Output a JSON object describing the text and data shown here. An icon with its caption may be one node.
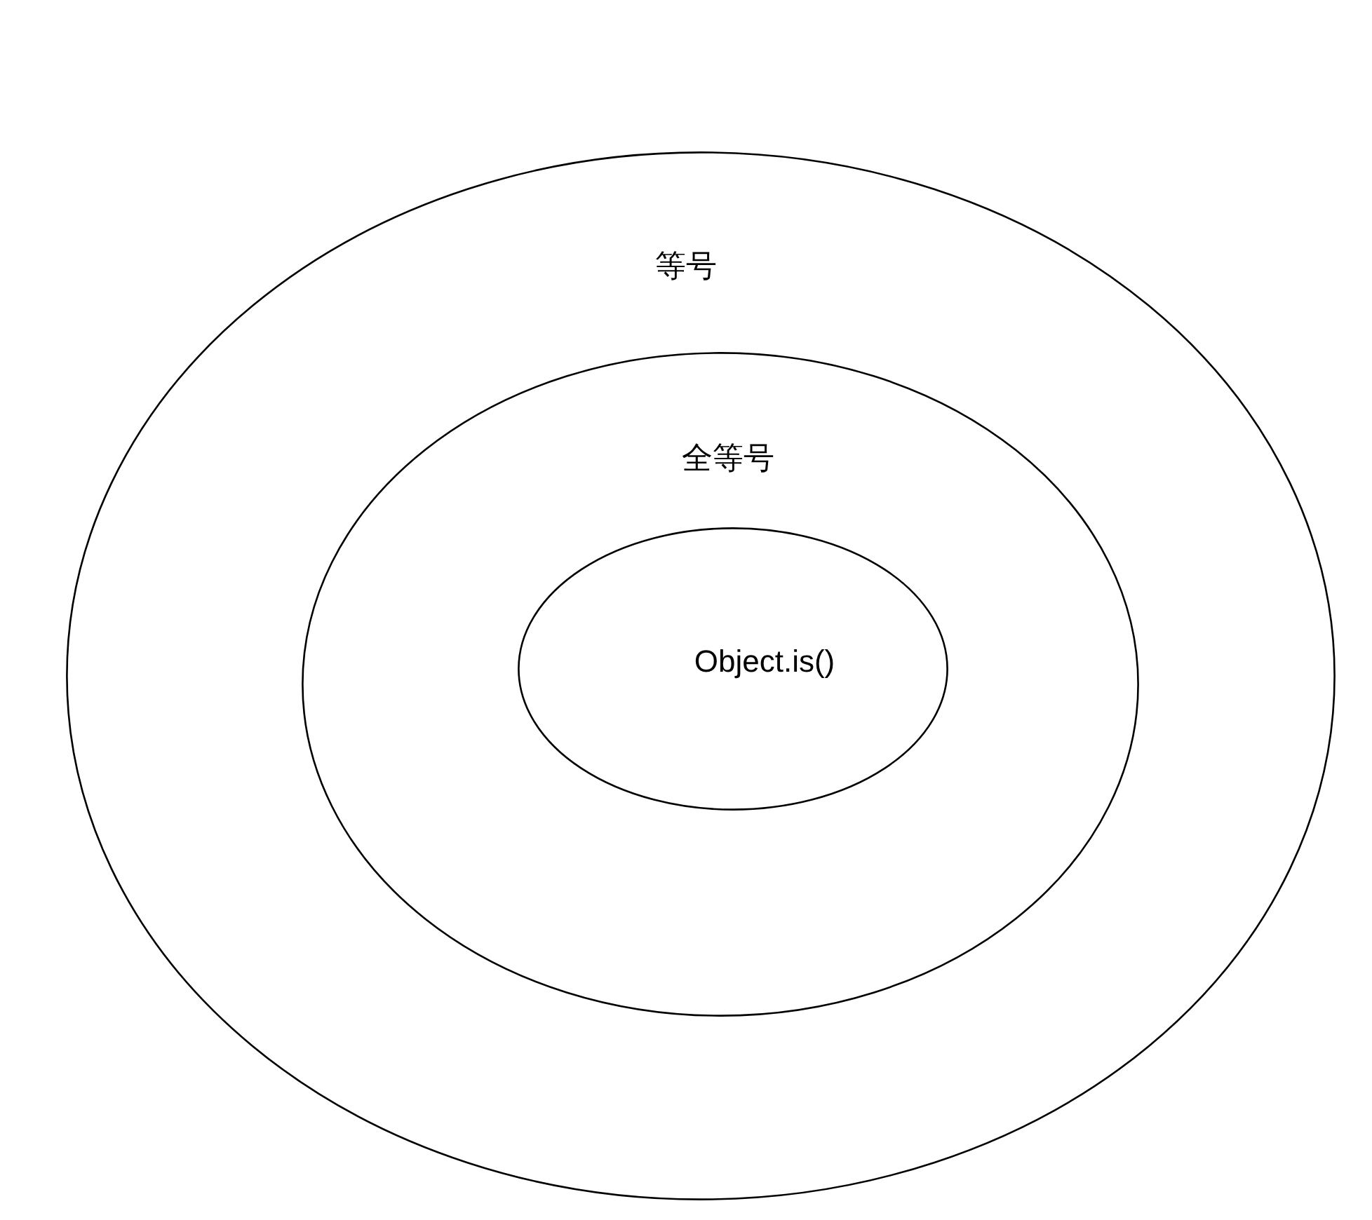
{
  "diagram": {
    "nodes": [
      {
        "text": [
          "等号"
        ]
      },
      {
        "text": [
          "全等号"
        ],
        "in": 0
      },
      {
        "text": [
          "Object.is()"
        ],
        "in": 1
      }
    ]
  }
}
